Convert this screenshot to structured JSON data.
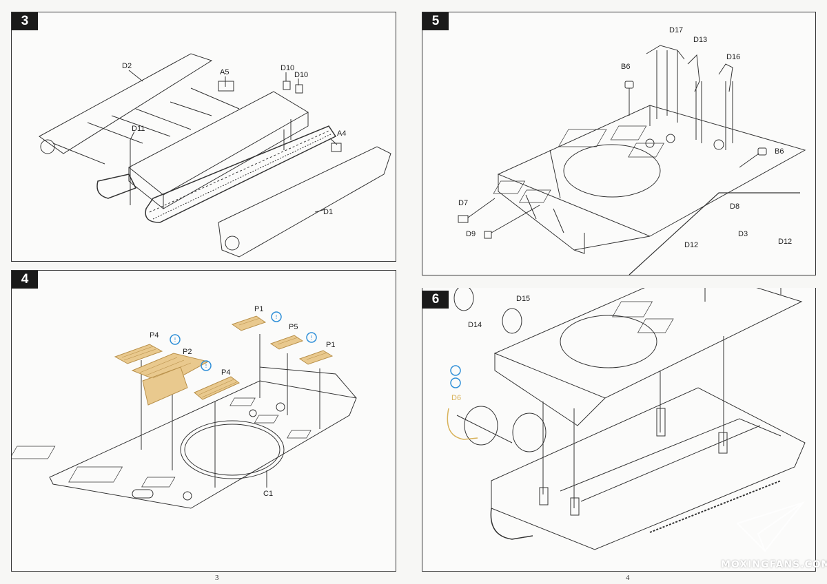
{
  "pages": {
    "left_number": "3",
    "right_number": "4"
  },
  "steps": {
    "s3": {
      "number": "3",
      "labels": {
        "d2": "D2",
        "a5": "A5",
        "d10a": "D10",
        "d10b": "D10",
        "d11": "D11",
        "a4": "A4",
        "d1": "D1"
      }
    },
    "s4": {
      "number": "4",
      "labels": {
        "p4a": "P4",
        "p2": "P2",
        "p4b": "P4",
        "p1a": "P1",
        "p5": "P5",
        "p1b": "P1",
        "c1": "C1"
      }
    },
    "s5": {
      "number": "5",
      "labels": {
        "d17": "D17",
        "d13": "D13",
        "d16": "D16",
        "b6a": "B6",
        "b6b": "B6",
        "d7": "D7",
        "d9": "D9"
      }
    },
    "s6": {
      "number": "6",
      "labels": {
        "d8": "D8",
        "d3": "D3",
        "d12a": "D12",
        "d12b": "D12",
        "d15": "D15",
        "d14": "D14",
        "d6": "D6"
      }
    }
  },
  "watermark": {
    "text": "MOXINGFANS.COM"
  },
  "colors": {
    "etch": "#e9c98e",
    "etch_stroke": "#b8904a",
    "info_icon": "#2f8fd8",
    "line": "#333333"
  }
}
